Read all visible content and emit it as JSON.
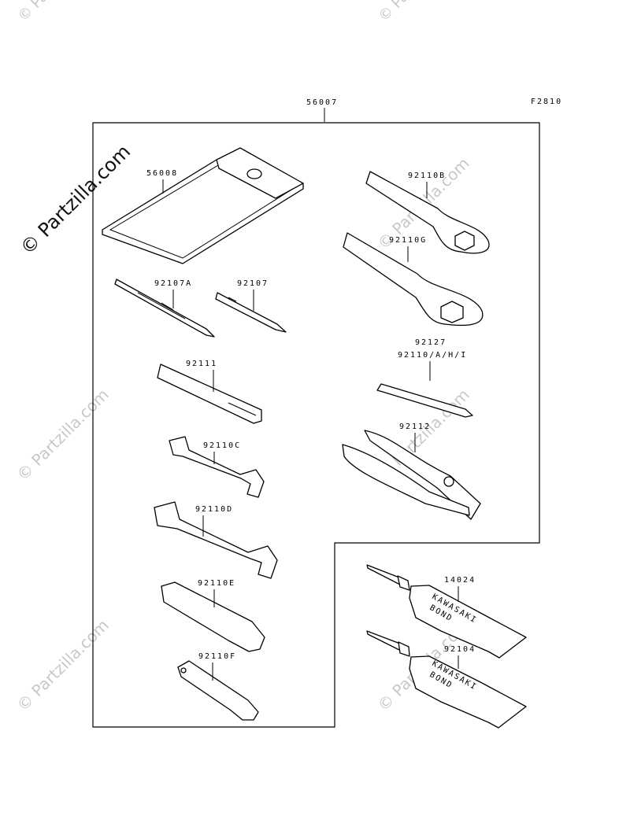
{
  "figure_code": "F2810",
  "kit_part": "56007",
  "parts": {
    "p56008": "56008",
    "p92110B": "92110B",
    "p92110G": "92110G",
    "p92107A": "92107A",
    "p92107": "92107",
    "p92127": "92127",
    "p92110AHI": "92110/A/H/I",
    "p92111": "92111",
    "p92112": "92112",
    "p92110C": "92110C",
    "p92110D": "92110D",
    "p14024": "14024",
    "p92110E": "92110E",
    "p92104": "92104",
    "p92110F": "92110F"
  },
  "tube_print": {
    "brand": "KAWASAKI",
    "product": "BOND"
  },
  "watermark": {
    "main": "© Partzilla.com",
    "faint": "© Partzilla.com"
  }
}
